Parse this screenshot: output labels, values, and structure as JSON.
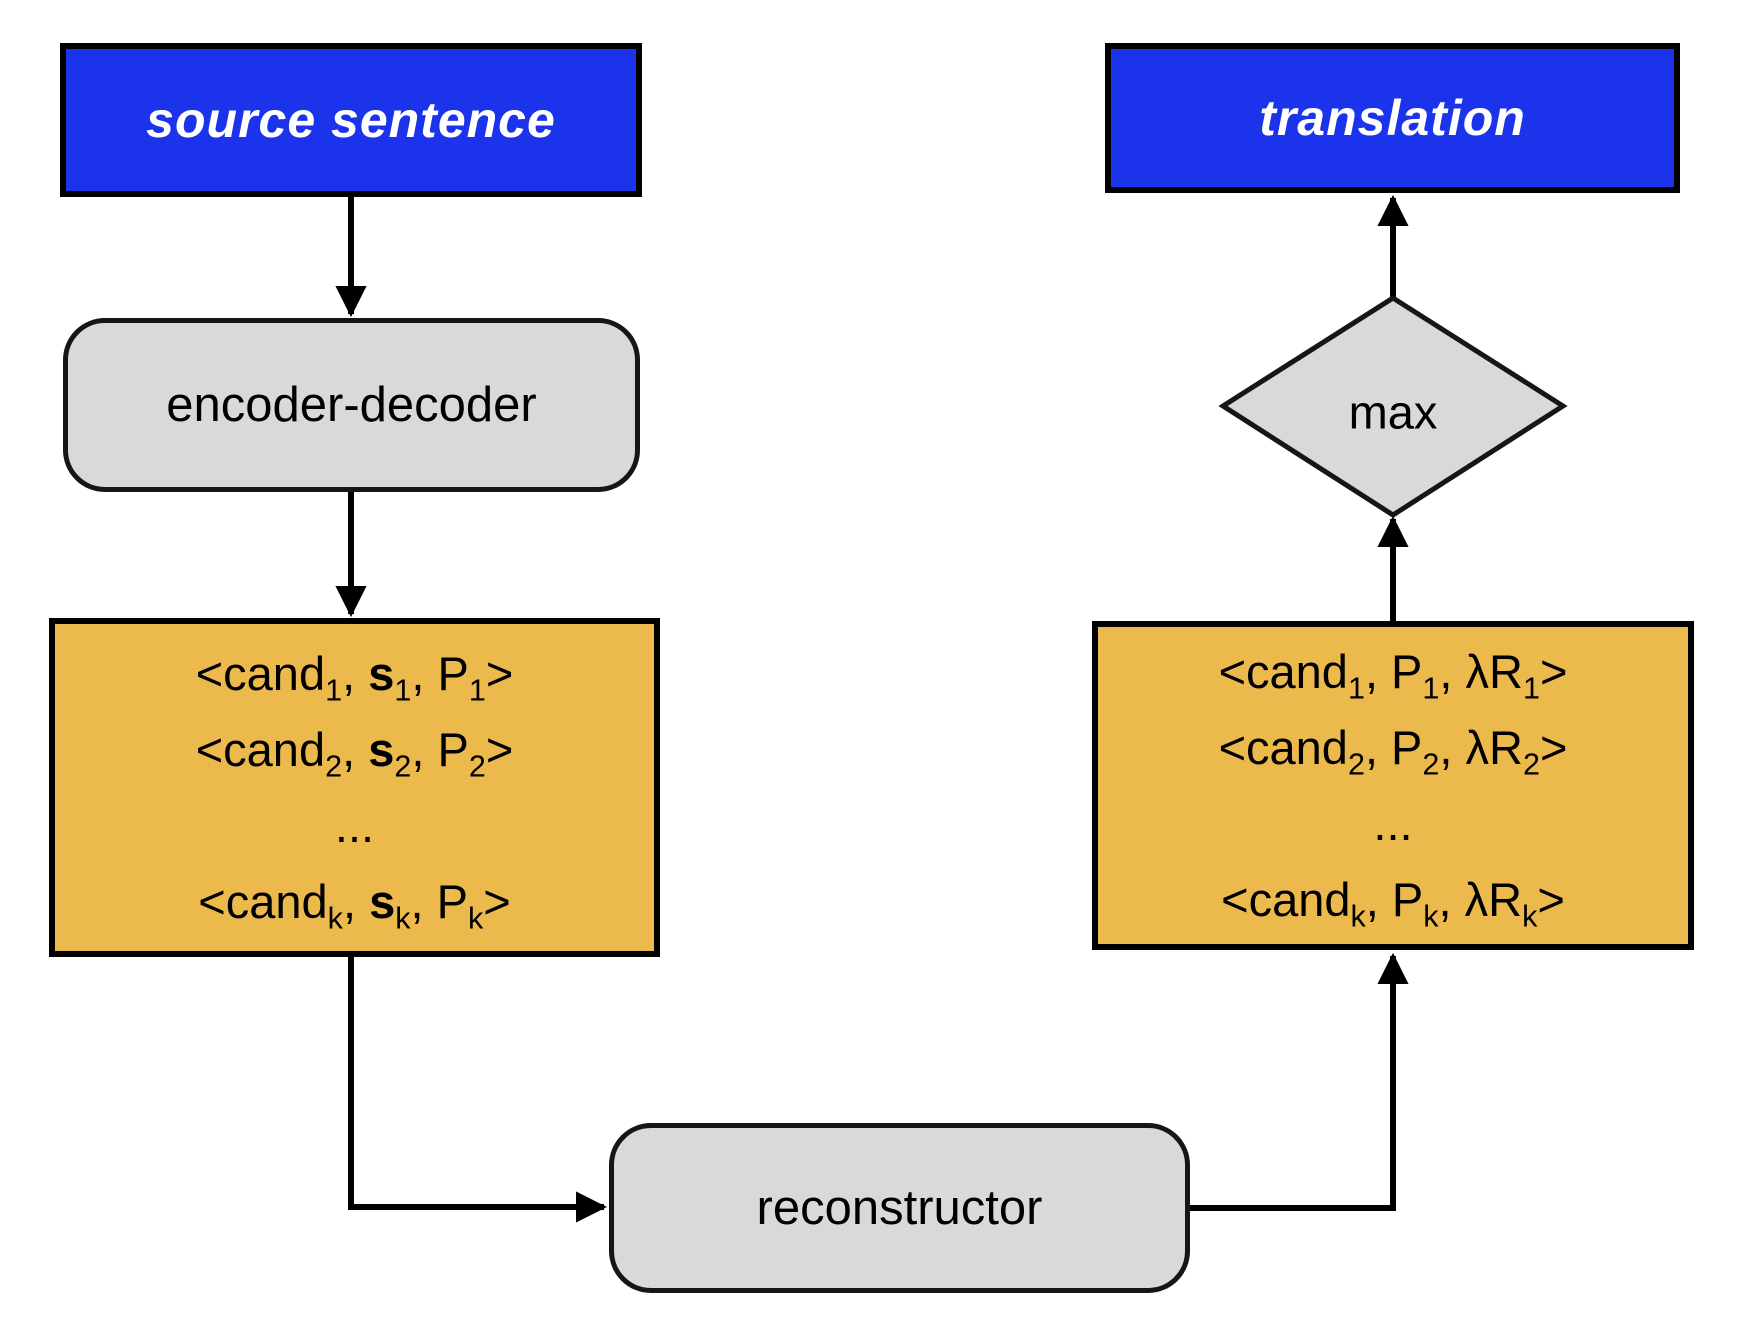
{
  "figure": {
    "background": "#FFFFFF",
    "colors": {
      "io_box_blue": "#1A33EB",
      "process_box_gray": "#D9D9D9",
      "data_box_orange": "#ECB94D",
      "border": "#000000",
      "io_text": "#FFFFFF",
      "text": "#000000"
    },
    "left_column": {
      "source_box": {
        "label": "source sentence"
      },
      "encoder_box": {
        "label": "encoder-decoder"
      },
      "candidates_box": {
        "lines": [
          "<cand_1, **s**_1, P_1>",
          "<cand_2, **s**_2, P_2>",
          "...",
          "<cand_k, **s**_k, P_k>"
        ]
      }
    },
    "bottom": {
      "reconstructor_box": {
        "label": "reconstructor"
      }
    },
    "right_column": {
      "translation_box": {
        "label": "translation"
      },
      "max_diamond": {
        "label": "max"
      },
      "candidates_box": {
        "lines": [
          "<cand_1, P_1, λR_1>",
          "<cand_2, P_2, λR_2>",
          "...",
          "<cand_k, P_k, λR_k>"
        ]
      }
    }
  }
}
